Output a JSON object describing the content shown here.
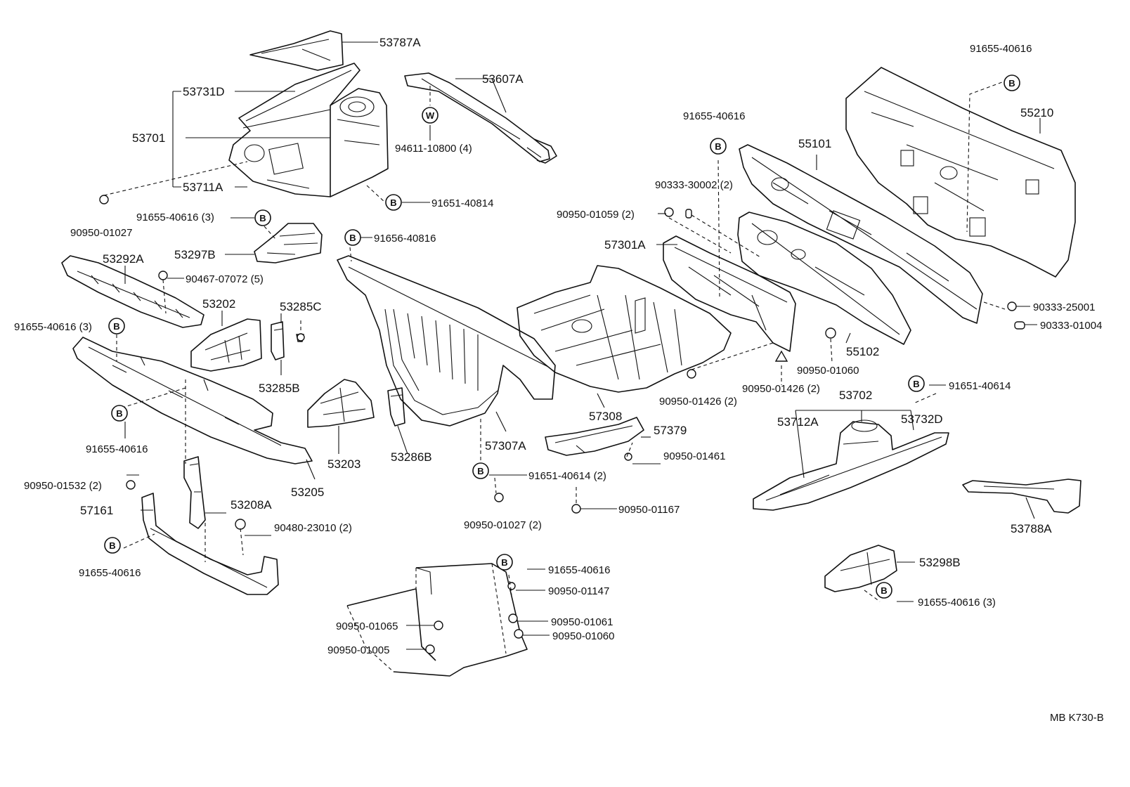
{
  "labels": {
    "p53787A": "53787A",
    "p53731D": "53731D",
    "p53701": "53701",
    "p53711A": "53711A",
    "p90950_01027": "90950-01027",
    "p91655_40616_3a": "91655-40616 (3)",
    "p91651_40814": "91651-40814",
    "p53607A": "53607A",
    "p94611_10800": "94611-10800 (4)",
    "p53297B": "53297B",
    "p91656_40816": "91656-40816",
    "p53292A": "53292A",
    "p90467_07072": "90467-07072 (5)",
    "p53202": "53202",
    "p53285C": "53285C",
    "p53285B": "53285B",
    "p91655_40616_3b": "91655-40616 (3)",
    "p91655_40616_a": "91655-40616",
    "p53203": "53203",
    "p53286B": "53286B",
    "p57307A": "57307A",
    "p90950_01532": "90950-01532 (2)",
    "p53205": "53205",
    "p57161": "57161",
    "p53208A": "53208A",
    "p90480_23010": "90480-23010 (2)",
    "p91655_40616_b": "91655-40616",
    "p91651_40614_2": "91651-40614 (2)",
    "p90950_01027_2": "90950-01027 (2)",
    "p57308": "57308",
    "p57379": "57379",
    "p90950_01461": "90950-01461",
    "p90950_01167": "90950-01167",
    "p57301A": "57301A",
    "p91655_40616_c": "91655-40616",
    "p90333_30002": "90333-30002 (2)",
    "p90950_01059": "90950-01059 (2)",
    "p55101": "55101",
    "p55102": "55102",
    "p90950_01060_a": "90950-01060",
    "p90950_01426_a": "90950-01426 (2)",
    "p90950_01426_b": "90950-01426 (2)",
    "p91655_40616_d": "91655-40616",
    "p55210": "55210",
    "p90333_25001": "90333-25001",
    "p90333_01004": "90333-01004",
    "p91651_40614": "91651-40614",
    "p53702": "53702",
    "p53712A": "53712A",
    "p53732D": "53732D",
    "p53788A": "53788A",
    "p53298B": "53298B",
    "p91655_40616_3c": "91655-40616 (3)",
    "p91655_40616_e": "91655-40616",
    "p90950_01147": "90950-01147",
    "p90950_01061": "90950-01061",
    "p90950_01060_b": "90950-01060",
    "p90950_01065": "90950-01065",
    "p90950_01005": "90950-01005",
    "code": "MB  K730-B"
  },
  "markers": {
    "b": "B",
    "w": "W"
  }
}
